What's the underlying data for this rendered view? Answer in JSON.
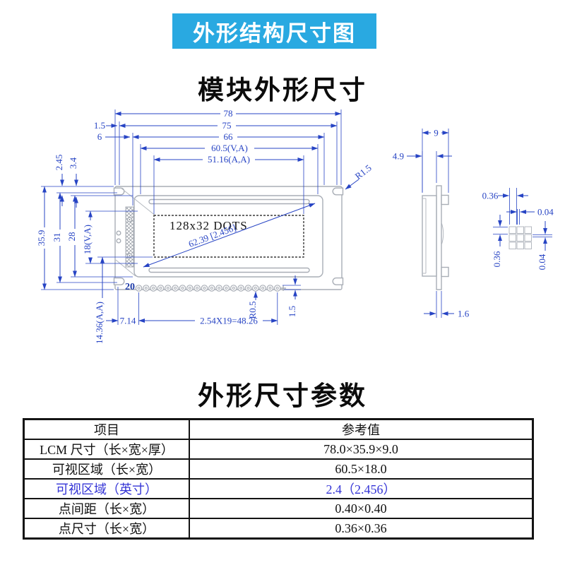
{
  "banner": {
    "label": "外形结构尺寸图",
    "bg_color": "#29a9e1"
  },
  "titles": {
    "module_outline": "模块外形尺寸",
    "outline_params": "外形尺寸参数"
  },
  "front_view": {
    "display_label": "128x32 DOTS",
    "diagonal_label": "62.39 [2.456]",
    "pin_first_label": "20",
    "pin_count": 20,
    "dims": {
      "width_total": "78",
      "width_75": "75",
      "width_66": "66",
      "width_va": "60.5(V,A)",
      "width_aa": "51.16(A,A)",
      "offset_1_5": "1.5",
      "offset_6": "6",
      "height_total": "35.9",
      "height_31": "31",
      "height_28": "28",
      "height_va": "18(V,A)",
      "height_aa": "14.36(A,A)",
      "notch_2_45": "2.45",
      "notch_3_4": "3.4",
      "pin_offset": "7.14",
      "pin_pitch": "2.54X19=48.26",
      "pin_radius": "R0.5",
      "pin_edge": "1.5",
      "corner_radius": "R1.5"
    }
  },
  "side_view": {
    "dims": {
      "depth_total": "9",
      "depth_lcd": "4.9",
      "pcb_thickness": "1.6"
    }
  },
  "dot_detail": {
    "dims": {
      "dot_width": "0.36",
      "dot_gap_h": "0.04",
      "dot_height": "0.36",
      "dot_gap_v": "0.04"
    }
  },
  "table": {
    "headers": [
      "项目",
      "参考值"
    ],
    "highlight_color": "#3434d6",
    "rows": [
      {
        "label": "LCM 尺寸（长×宽×厚）",
        "value": "78.0×35.9×9.0",
        "highlight": false
      },
      {
        "label": "可视区域（长×宽）",
        "value": "60.5×18.0",
        "highlight": false
      },
      {
        "label": "可视区域（英寸）",
        "value": "2.4（2.456）",
        "highlight": true
      },
      {
        "label": "点间距（长×宽）",
        "value": "0.40×0.40",
        "highlight": false
      },
      {
        "label": "点尺寸（长×宽）",
        "value": "0.36×0.36",
        "highlight": false
      }
    ]
  }
}
